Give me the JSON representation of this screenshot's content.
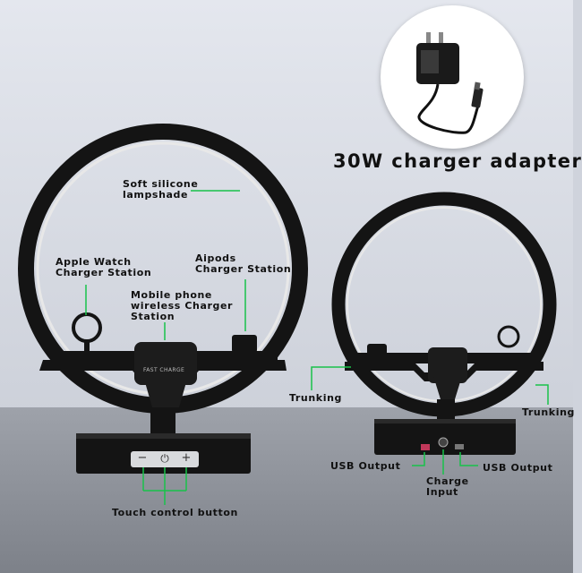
{
  "title": "30W charger adapter",
  "labels": {
    "lampshade_line1": "Soft silicone",
    "lampshade_line2": "lampshade",
    "watch_line1": "Apple Watch",
    "watch_line2": "Charger Station",
    "airpods_line1": "Aipods",
    "airpods_line2": "Charger Station",
    "phone_line1": "Mobile phone",
    "phone_line2": "wireless Charger",
    "phone_line3": "Station",
    "trunking_left": "Trunking",
    "trunking_right": "Trunking",
    "usb_left": "USB Output",
    "usb_right": "USB Output",
    "charge_line1": "Charge",
    "charge_line2": "Input",
    "touch": "Touch control button",
    "pad_text": "FAST CHARGE"
  },
  "colors": {
    "callout_green": "#18c24a",
    "lamp_black": "#141414",
    "ring_glow": "#e8e8e8"
  },
  "icons": [
    "minus-icon",
    "power-icon",
    "plus-icon",
    "adapter-plug-icon"
  ]
}
